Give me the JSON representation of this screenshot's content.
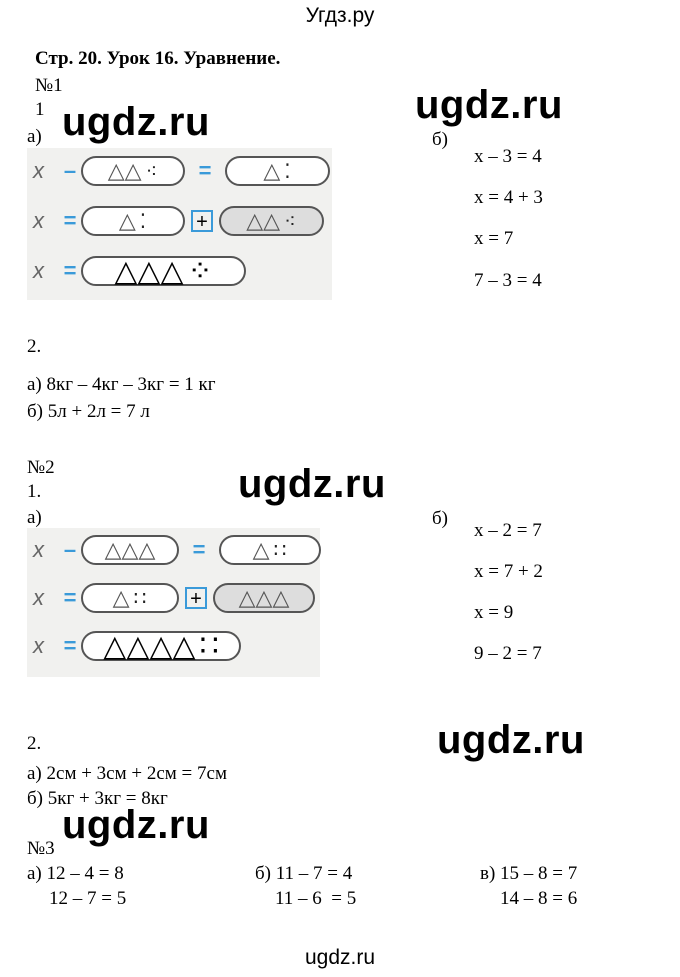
{
  "header": "Угдз.ру",
  "title": "Стр. 20. Урок 16. Уравнение.",
  "watermark": "ugdz.ru",
  "ex1": {
    "num": "№1",
    "part1": "1",
    "a": "а)",
    "b": "б)",
    "pic": {
      "x": "x",
      "minus": "–",
      "eq": "=",
      "plus": "+",
      "r1l": "△△",
      "r1ld": "⁖",
      "r1r": "△",
      "r1rd": "⁚",
      "r2l": "△",
      "r2ld": "⁚",
      "r2r": "△△",
      "r2rd": "⁖",
      "r3": "△△△",
      "r3d": "⁘"
    },
    "eqs": [
      "x – 3 = 4",
      "x = 4 + 3",
      "x = 7",
      "7 – 3 = 4"
    ],
    "part2": "2.",
    "p2a": "а) 8кг – 4кг – 3кг = 1 кг",
    "p2b": "б) 5л + 2л = 7 л"
  },
  "ex2": {
    "num": "№2",
    "part1": "1.",
    "a": "а)",
    "b": "б)",
    "pic": {
      "x": "x",
      "minus": "–",
      "eq": "=",
      "plus": "+",
      "r1l": "△△△",
      "r1r": "△",
      "r1rd": "∷",
      "r2l": "△",
      "r2ld": "∷",
      "r2r": "△△△",
      "r3": "△△△△",
      "r3d": "∷"
    },
    "eqs": [
      "x – 2 = 7",
      "x = 7 + 2",
      "x = 9",
      "9 – 2 = 7"
    ],
    "part2": "2.",
    "p2a": "а) 2см + 3см + 2см = 7см",
    "p2b": "б) 5кг + 3кг = 8кг"
  },
  "ex3": {
    "num": "№3",
    "cols": [
      [
        "а) 12 – 4 = 8",
        "12 – 7 = 5"
      ],
      [
        "б) 11 – 7 = 4",
        "11 – 6  = 5"
      ],
      [
        "в) 15 – 8 = 7",
        "14 – 8 = 6"
      ]
    ]
  },
  "footer": "ugdz.ru"
}
